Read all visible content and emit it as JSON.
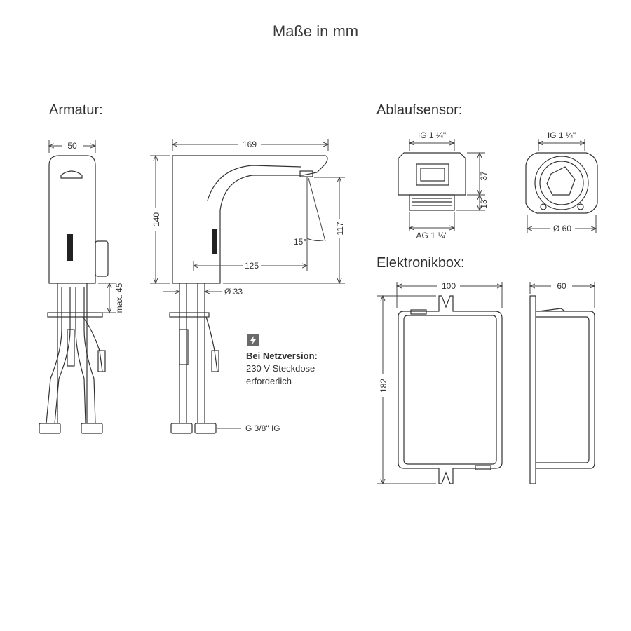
{
  "title": "Maße in mm",
  "sections": {
    "fitting": "Armatur:",
    "drain_sensor": "Ablaufsensor:",
    "electronics_box": "Elektronikbox:"
  },
  "fitting": {
    "front_width": "50",
    "max_height": "max. 45",
    "total_length": "169",
    "height": "140",
    "reach": "125",
    "spout_height": "117",
    "angle": "15°",
    "diameter": "Ø 33",
    "connection": "G 3/8\" IG"
  },
  "note": {
    "heading": "Bei Netzversion:",
    "line1": "230 V Steckdose",
    "line2": "erforderlich",
    "icon": "lightning-icon"
  },
  "drain_sensor": {
    "inner_thread_side": "IG 1 ¼\"",
    "height_top": "37",
    "height_thread": "13",
    "outer_thread": "AG 1 ¼\"",
    "inner_thread_top": "IG 1 ¼\"",
    "diameter": "Ø 60"
  },
  "electronics_box": {
    "width": "100",
    "height": "182",
    "depth": "60"
  }
}
